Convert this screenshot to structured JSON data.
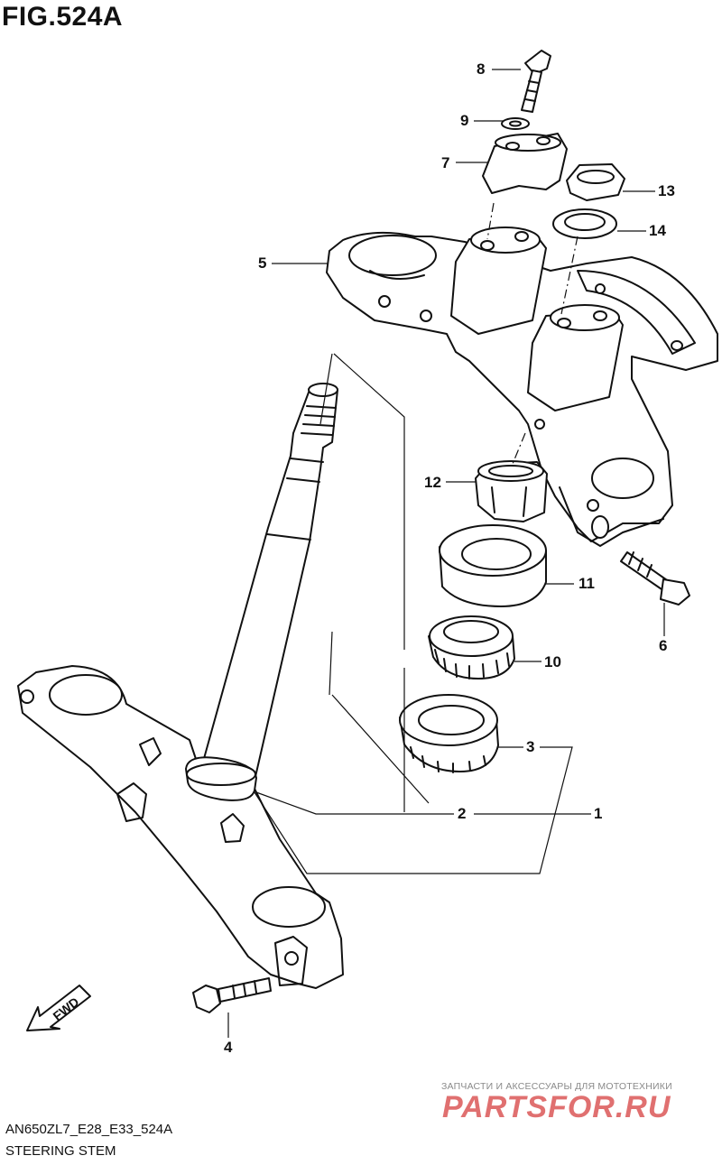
{
  "figure": {
    "title": "FIG.524A",
    "model_code": "AN650ZL7_E28_E33_524A",
    "section_name": "STEERING STEM"
  },
  "fwd_arrow_label": "FWD",
  "watermark": {
    "tagline": "ЗАПЧАСТИ И АКСЕССУАРЫ ДЛЯ МОТОТЕХНИКИ",
    "logo": "PARTSFOR.RU"
  },
  "callouts": {
    "c1": "1",
    "c2": "2",
    "c3": "3",
    "c4": "4",
    "c5": "5",
    "c6": "6",
    "c7": "7",
    "c8": "8",
    "c9": "9",
    "c10": "10",
    "c11": "11",
    "c12": "12",
    "c13": "13",
    "c14": "14"
  },
  "parts": {
    "p1": "steering-stem-lower-bracket",
    "p2": "dust-seal",
    "p3": "lower-bearing",
    "p4": "lower-clamp-bolt",
    "p5": "upper-bracket",
    "p6": "upper-clamp-bolt",
    "p7": "handlebar-holder",
    "p8": "holder-bolt",
    "p9": "lock-washer",
    "p10": "upper-bearing",
    "p11": "bearing-cover-seal",
    "p12": "stem-lock-nut",
    "p13": "stem-head-nut",
    "p14": "stem-head-washer"
  },
  "icons": {
    "fwd": "fwd-arrow-icon"
  }
}
